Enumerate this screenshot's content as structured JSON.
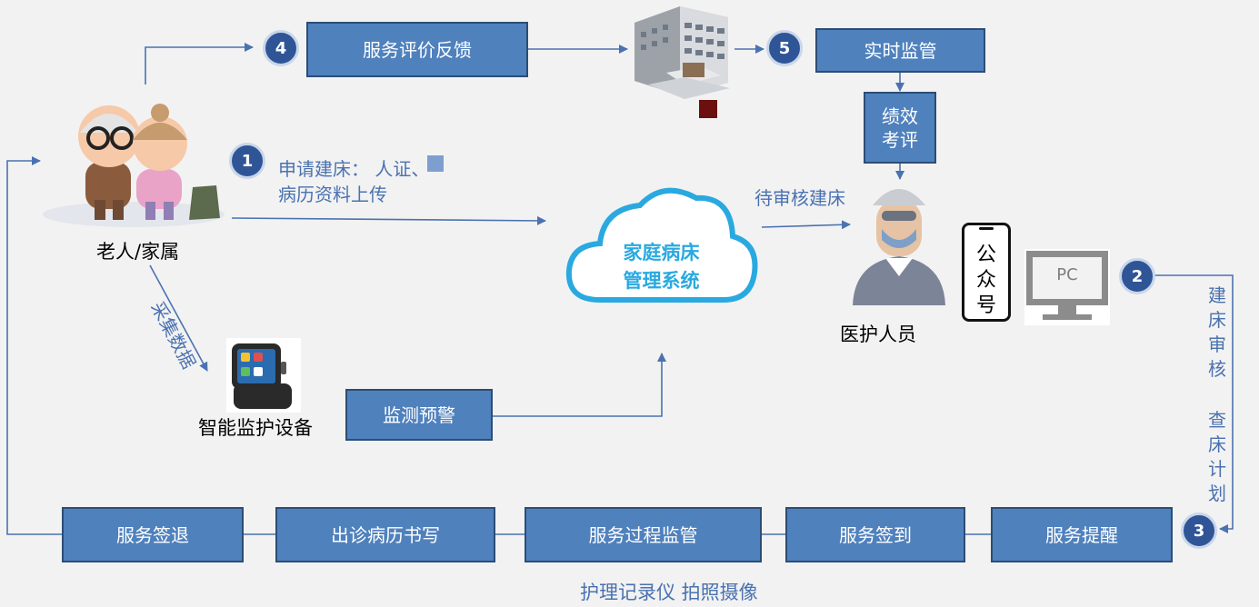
{
  "nodes": {
    "feedback": "服务评价反馈",
    "realtime": "实时监管",
    "performance": "绩效考评",
    "monitor_alert": "监测预警",
    "checkout": "服务签退",
    "records": "出诊病历书写",
    "process": "服务过程监管",
    "checkin": "服务签到",
    "reminder": "服务提醒"
  },
  "steps": {
    "s1": "1",
    "s2": "2",
    "s3": "3",
    "s4": "4",
    "s5": "5"
  },
  "labels": {
    "elderly": "老人/家属",
    "device": "智能监护设备",
    "medical_staff": "医护人员",
    "collect_data": "采集数据",
    "apply_line1": "申请建床：        人证、",
    "apply_line2": "病历资料上传",
    "pending": "待审核建床",
    "review": "建床审核",
    "plan": "查床计划",
    "instruments": "护理记录仪    拍照摄像"
  },
  "system": {
    "line1": "家庭病床",
    "line2": "管理系统"
  },
  "phone": {
    "chars": [
      "公",
      "众",
      "号"
    ]
  },
  "pc": {
    "label": "PC"
  },
  "colors": {
    "box_fill": "#4f81bd",
    "box_border": "#2c4d75",
    "circle_fill": "#2f5597",
    "arrow": "#4a72b0",
    "text_blue": "#4a72b0",
    "cloud": "#29a9e0"
  },
  "icons": [
    "elderly-couple-icon",
    "hospital-building-icon",
    "doctor-icon",
    "phone-icon",
    "pc-monitor-icon",
    "smartwatch-icon",
    "cloud-icon"
  ]
}
